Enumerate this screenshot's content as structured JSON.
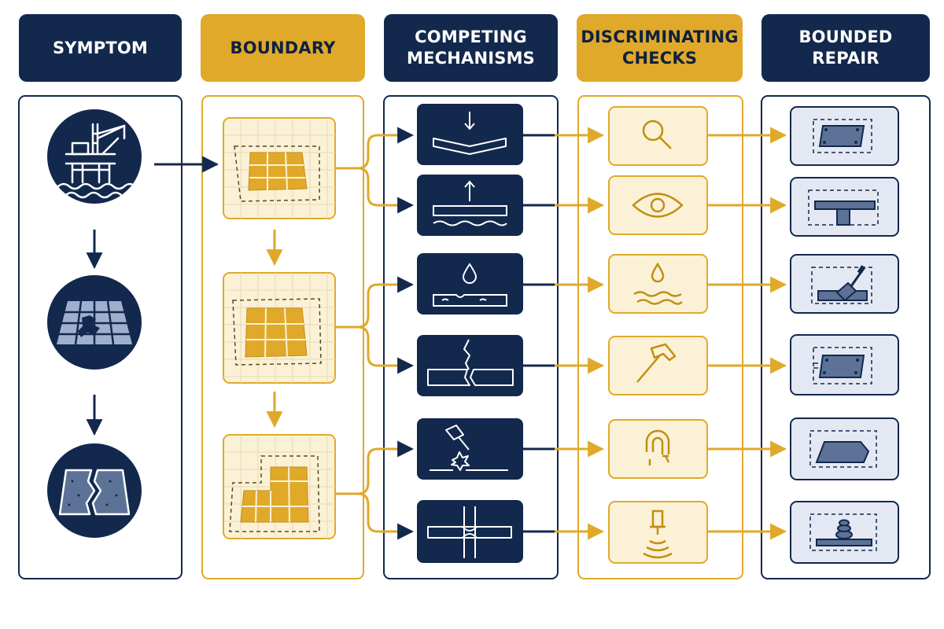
{
  "colors": {
    "navy": "#13284d",
    "gold": "#e0a92a",
    "gold_light": "#fbf1d6",
    "repair_bg": "#e3e8f3",
    "panel_border_navy": "#13284d",
    "panel_border_gold": "#e0a92a"
  },
  "columns": [
    {
      "id": "symptom",
      "title": "SYMPTOM"
    },
    {
      "id": "boundary",
      "title": "BOUNDARY"
    },
    {
      "id": "mechanisms",
      "title": "COMPETING MECHANISMS"
    },
    {
      "id": "checks",
      "title": "DISCRIMINATING CHECKS"
    },
    {
      "id": "repair",
      "title": "BOUNDED REPAIR"
    }
  ],
  "symptoms": [
    {
      "icon": "offshore-platform-icon"
    },
    {
      "icon": "cracked-tile-grid-icon"
    },
    {
      "icon": "fractured-slab-icon"
    }
  ],
  "boundaries": [
    {
      "icon": "bounded-grid-area-icon"
    },
    {
      "icon": "bounded-grid-area-icon"
    },
    {
      "icon": "bounded-l-shaped-area-icon"
    }
  ],
  "mechanisms": [
    {
      "icon": "downward-load-deflection-icon"
    },
    {
      "icon": "upward-heave-icon"
    },
    {
      "icon": "water-infiltration-icon"
    },
    {
      "icon": "crack-fracture-icon"
    },
    {
      "icon": "impact-hammer-icon"
    },
    {
      "icon": "joint-cross-section-icon"
    }
  ],
  "checks": [
    {
      "icon": "magnifier-icon"
    },
    {
      "icon": "eye-icon"
    },
    {
      "icon": "water-drop-test-icon"
    },
    {
      "icon": "hammer-sounding-icon"
    },
    {
      "icon": "magnet-icon"
    },
    {
      "icon": "ultrasonic-probe-icon"
    }
  ],
  "repairs": [
    {
      "icon": "patch-plate-icon"
    },
    {
      "icon": "support-beam-icon"
    },
    {
      "icon": "trowel-resurface-icon"
    },
    {
      "icon": "bolted-plate-icon"
    },
    {
      "icon": "section-replacement-icon"
    },
    {
      "icon": "weld-bead-icon"
    }
  ]
}
